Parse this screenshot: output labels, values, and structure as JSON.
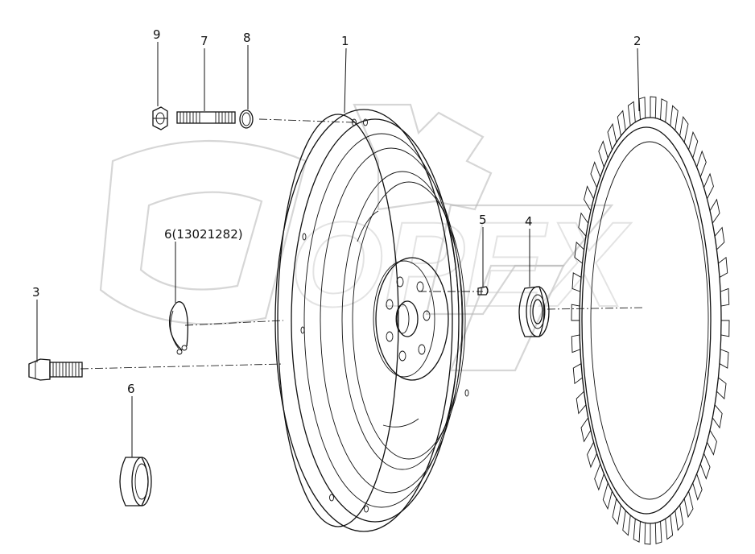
{
  "diagram": {
    "callouts": [
      {
        "id": "c1",
        "label": "1"
      },
      {
        "id": "c2",
        "label": "2"
      },
      {
        "id": "c3",
        "label": "3"
      },
      {
        "id": "c4",
        "label": "4"
      },
      {
        "id": "c5",
        "label": "5"
      },
      {
        "id": "c6",
        "label": "6"
      },
      {
        "id": "c6b",
        "label": "6(13021282)"
      },
      {
        "id": "c7",
        "label": "7"
      },
      {
        "id": "c8",
        "label": "8"
      },
      {
        "id": "c9",
        "label": "9"
      }
    ],
    "watermark_text": "OPEX",
    "ring_gear_teeth": 44
  }
}
